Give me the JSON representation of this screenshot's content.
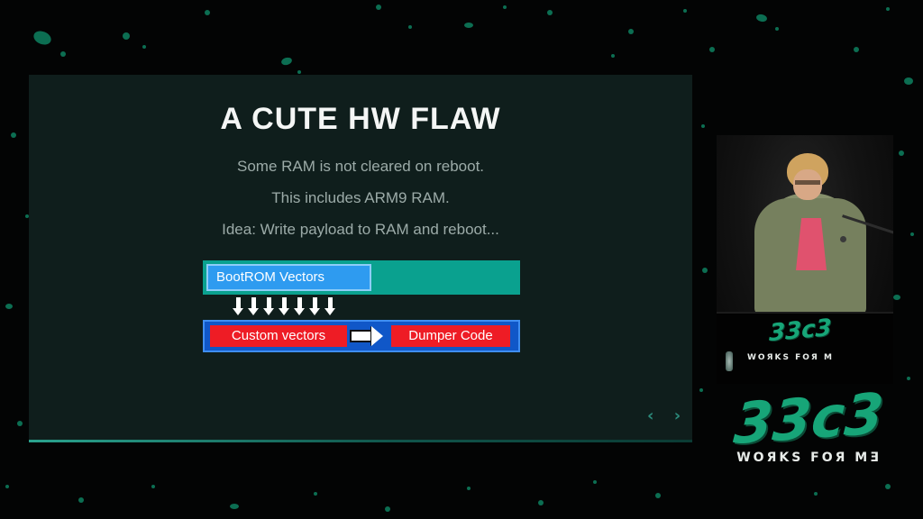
{
  "slide": {
    "title": "A CUTE HW FLAW",
    "body_lines": [
      "Some RAM is not cleared on reboot.",
      "This includes ARM9 RAM.",
      "Idea: Write payload to RAM and reboot..."
    ],
    "diagram": {
      "bootrom_vectors": "BootROM Vectors",
      "custom_vectors": "Custom vectors",
      "dumper_code": "Dumper Code"
    },
    "controls": {
      "prev": "‹",
      "next": "›"
    }
  },
  "webcam": {
    "podium_logo": "33c3",
    "podium_motto": "WOЯKS FOЯ M"
  },
  "branding": {
    "logo_text": "33c3",
    "motto_text": "WOЯKS FOЯ MƎ"
  },
  "colors": {
    "teal_bar": "#0aa18f",
    "blue_bar": "#1057c8",
    "label_blue": "#2e9bf0",
    "red": "#ee1c25",
    "logo_green": "#17a578"
  }
}
